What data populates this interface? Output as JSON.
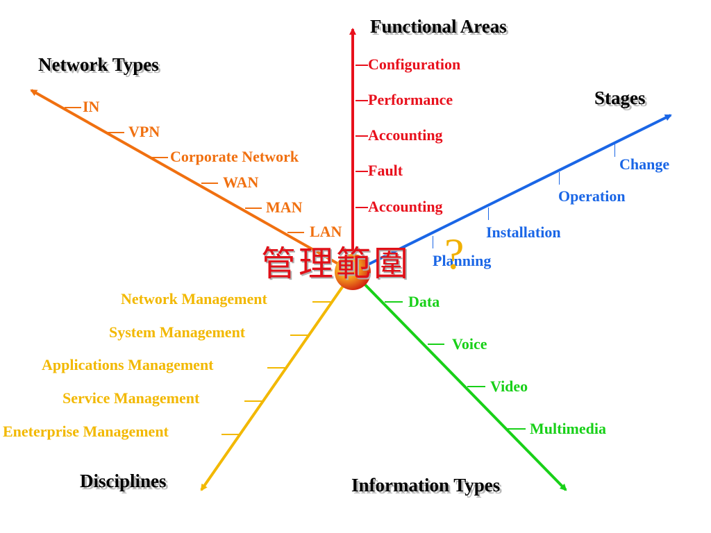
{
  "axes": {
    "network_types": {
      "title": "Network Types",
      "items": [
        "IN",
        "VPN",
        "Corporate Network",
        "WAN",
        "MAN",
        "LAN"
      ]
    },
    "functional_areas": {
      "title": "Functional Areas",
      "items": [
        "Configuration",
        "Performance",
        "Accounting",
        "Fault",
        "Accounting"
      ]
    },
    "stages": {
      "title": "Stages",
      "items": [
        "Change",
        "Operation",
        "Installation",
        "Planning"
      ]
    },
    "disciplines": {
      "title": "Disciplines",
      "items": [
        "Network Management",
        "System Management",
        "Applications Management",
        "Service Management",
        "Eneterprise Management"
      ]
    },
    "information_types": {
      "title": "Information Types",
      "items": [
        "Data",
        "Voice",
        "Video",
        "Multimedia"
      ]
    }
  },
  "center": {
    "label": "管理範圍",
    "question": "?"
  },
  "colors": {
    "network_types": "#f07010",
    "functional_areas": "#e8101c",
    "stages": "#1a66e6",
    "disciplines": "#f2b800",
    "information_types": "#18d018"
  }
}
